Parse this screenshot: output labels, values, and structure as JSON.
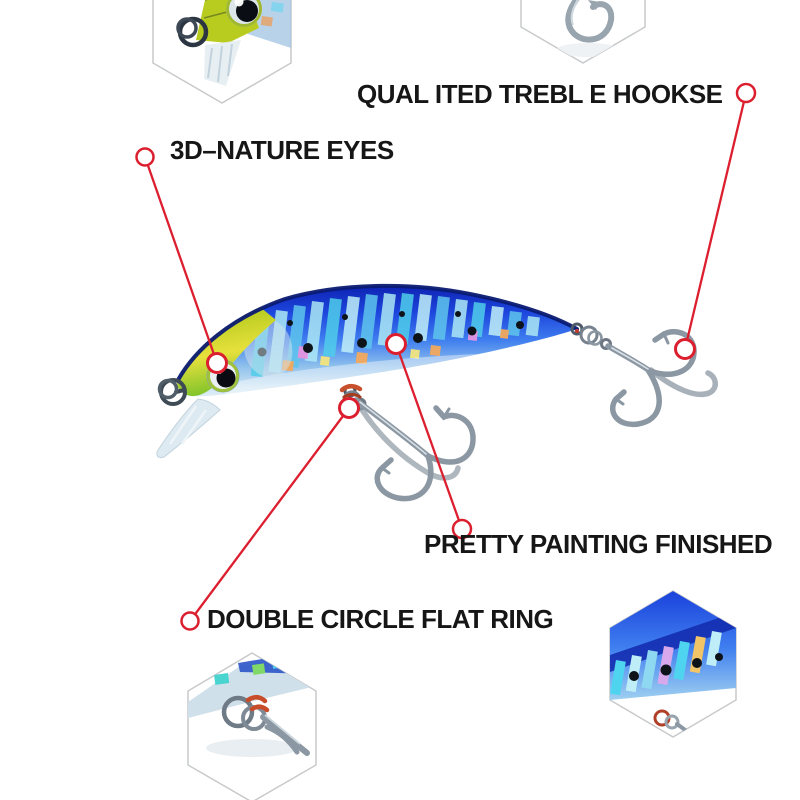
{
  "page": {
    "background": "#ffffff"
  },
  "colors": {
    "page_bg": "#ffffff",
    "accent_red": "#dc1f2f",
    "label_text": "#161616",
    "hexagon_border": "#c7c9cb",
    "lure_blue_dark": "#0c1fae",
    "lure_blue": "#1d46dd",
    "lure_blue_light": "#3f7eef",
    "lure_belly_silver": "#cfe5f4",
    "holo_cyan": "#4fccea",
    "head_chartreuse": "#d8d424",
    "head_green": "#6cbe28",
    "hook_silver": "#8b97a2"
  },
  "annotations": {
    "treble_hooks": {
      "label": "QUAL ITED TREBL E HOOKSE",
      "target": "tail-treble-hook"
    },
    "eyes": {
      "label": "3D–NATURE EYES",
      "target": "lure-eye"
    },
    "painting": {
      "label": "PRETTY PAINTING FINISHED",
      "target": "body-paint"
    },
    "ring": {
      "label": "DOUBLE CIRCLE FLAT RING",
      "target": "belly-split-ring"
    }
  },
  "callouts": {
    "top_left": {
      "name": "lure-head-closeup"
    },
    "top_right": {
      "name": "treble-hook-closeup"
    },
    "bottom_left": {
      "name": "split-ring-closeup"
    },
    "bottom_right": {
      "name": "body-paint-closeup"
    }
  }
}
